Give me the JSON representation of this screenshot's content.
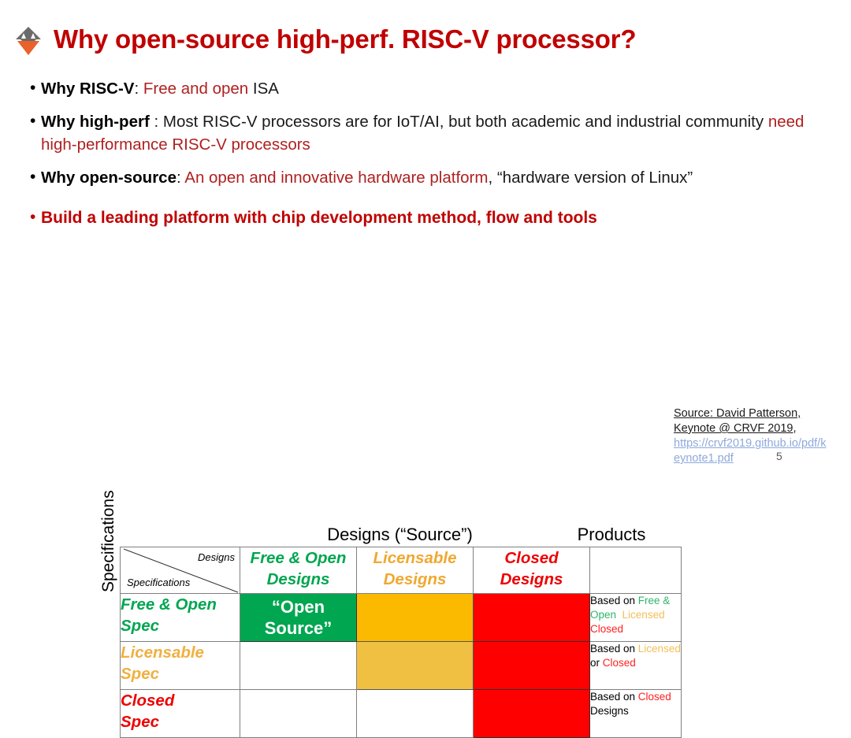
{
  "slide": {
    "title": "Why open-source high-perf. RISC-V processor?",
    "logo_icon": "mountain-flame-logo",
    "page_number": "5"
  },
  "bullets": [
    {
      "marker": "•",
      "lead": "Why RISC-V",
      "sep": ": ",
      "accent_text": "Free and open",
      "tail": " ISA"
    },
    {
      "marker": "•",
      "lead": "Why high-perf",
      "sep": " : ",
      "mid": "Most RISC-V processors are for IoT/AI, but both academic and industrial community ",
      "accent_text": "need high-performance RISC-V processors"
    },
    {
      "marker": "•",
      "lead": "Why open-source",
      "sep": ": ",
      "accent_text": "An open and innovative hardware platform",
      "tail": ", “hardware version of Linux”"
    }
  ],
  "highlight_bullet": {
    "marker": "•",
    "text": "Build a leading platform with chip development method, flow and tools"
  },
  "matrix": {
    "axis_y_label": "Specifications",
    "group_headers": {
      "designs": "Designs (“Source”)",
      "products": "Products"
    },
    "corner": {
      "top_right": "Designs",
      "bottom_left": "Specifications"
    },
    "column_headers": [
      {
        "label_line1": "Free & Open",
        "label_line2": "Designs",
        "color": "#00A650"
      },
      {
        "label_line1": "Licensable",
        "label_line2": "Designs",
        "color": "#F0A830"
      },
      {
        "label_line1": "Closed",
        "label_line2": "Designs",
        "color": "#EE0000"
      }
    ],
    "rows": [
      {
        "label_line1": "Free & Open",
        "label_line2": "Spec",
        "label_color": "#00A650",
        "cells": [
          {
            "fill": "#00A650",
            "text_line1": "“Open",
            "text_line2": "Source”"
          },
          {
            "fill": "#FBBA00",
            "text_line1": "",
            "text_line2": ""
          },
          {
            "fill": "#FF0000",
            "text_line1": "",
            "text_line2": ""
          }
        ],
        "product": {
          "line1_plain": "Based on ",
          "line1_green": "Free &",
          "line2_green": "Open",
          "line2_amber": "Licensed",
          "line3_red": "Closed"
        }
      },
      {
        "label_line1": "Licensable",
        "label_line2": "Spec",
        "label_color": "#F0B040",
        "cells": [
          {
            "fill": "#FFFFFF",
            "text_line1": "",
            "text_line2": ""
          },
          {
            "fill": "#EFC041",
            "text_line1": "",
            "text_line2": ""
          },
          {
            "fill": "#FF0000",
            "text_line1": "",
            "text_line2": ""
          }
        ],
        "product": {
          "line1_plain": "Based on ",
          "line1_amber": "Licensed",
          "line2_plain": "or ",
          "line2_red": "Closed"
        }
      },
      {
        "label_line1": "Closed",
        "label_line2": "Spec",
        "label_color": "#EE0000",
        "cells": [
          {
            "fill": "#FFFFFF",
            "text_line1": "",
            "text_line2": ""
          },
          {
            "fill": "#FFFFFF",
            "text_line1": "",
            "text_line2": ""
          },
          {
            "fill": "#FF0000",
            "text_line1": "",
            "text_line2": ""
          }
        ],
        "product": {
          "line1_plain": "Based on ",
          "line1_red": "Closed",
          "line2_plain": "Designs"
        }
      }
    ]
  },
  "source": {
    "line1": "Source: David Patterson,",
    "line2": "Keynote @ CRVF 2019,",
    "url": "https://crvf2019.github.io/pdf/keynote1.pdf"
  }
}
